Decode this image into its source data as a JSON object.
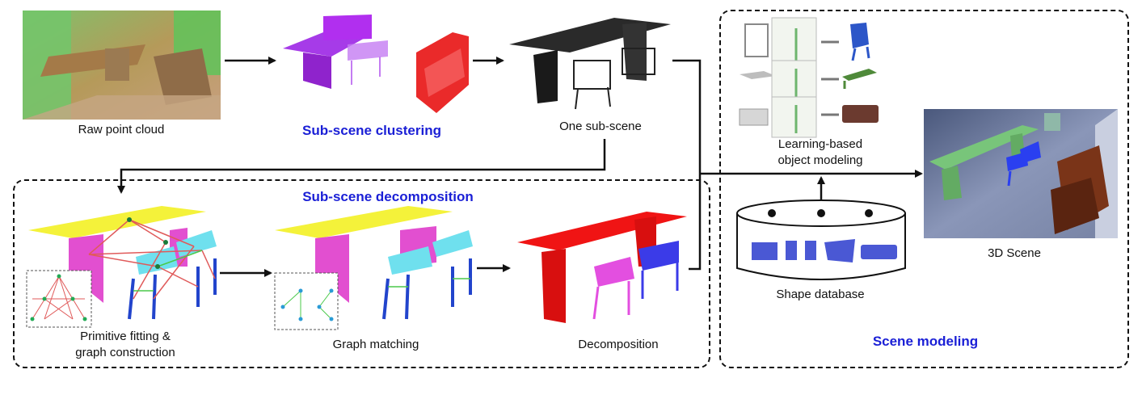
{
  "labels": {
    "raw_point_cloud": "Raw point cloud",
    "sub_scene_clustering": "Sub-scene clustering",
    "one_sub_scene": "One sub-scene",
    "sub_scene_decomposition": "Sub-scene decomposition",
    "primitive_fitting_1": "Primitive fitting &",
    "primitive_fitting_2": "graph construction",
    "graph_matching": "Graph matching",
    "decomposition": "Decomposition",
    "learning_based_1": "Learning-based",
    "learning_based_2": "object modeling",
    "shape_database": "Shape database",
    "scene_3d": "3D Scene",
    "scene_modeling": "Scene modeling"
  },
  "colors": {
    "accent_blue": "#1a1fd6",
    "primitive_yellow": "#f4f23a",
    "primitive_magenta": "#e24fd0",
    "primitive_cyan": "#6fe0ee",
    "decomp_red": "#f01414",
    "cluster_purple": "#b531f0",
    "scene_bg": "#8996b8"
  }
}
